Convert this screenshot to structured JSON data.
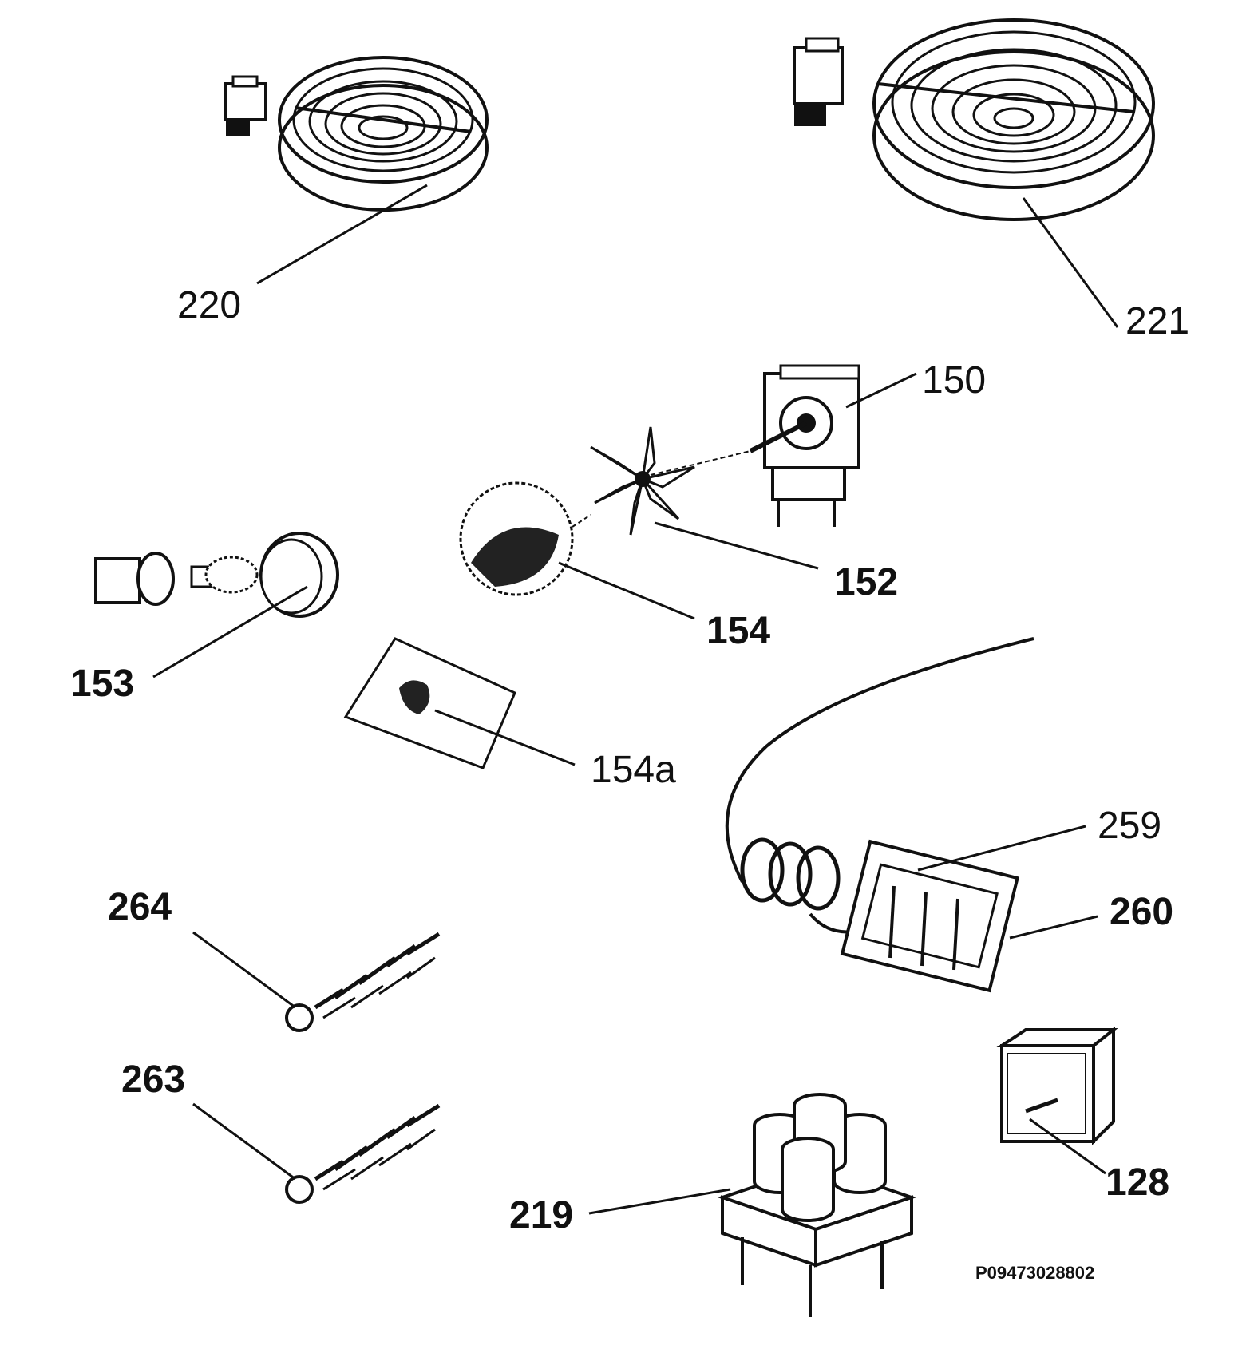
{
  "labels": {
    "p220": "220",
    "p221": "221",
    "p150": "150",
    "p152": "152",
    "p154": "154",
    "p153": "153",
    "p154a": "154a",
    "p259": "259",
    "p260": "260",
    "p264": "264",
    "p263": "263",
    "p219": "219",
    "p128": "128"
  },
  "drawing_ref": "P09473028802",
  "colors": {
    "ink": "#111111",
    "background": "#ffffff"
  }
}
